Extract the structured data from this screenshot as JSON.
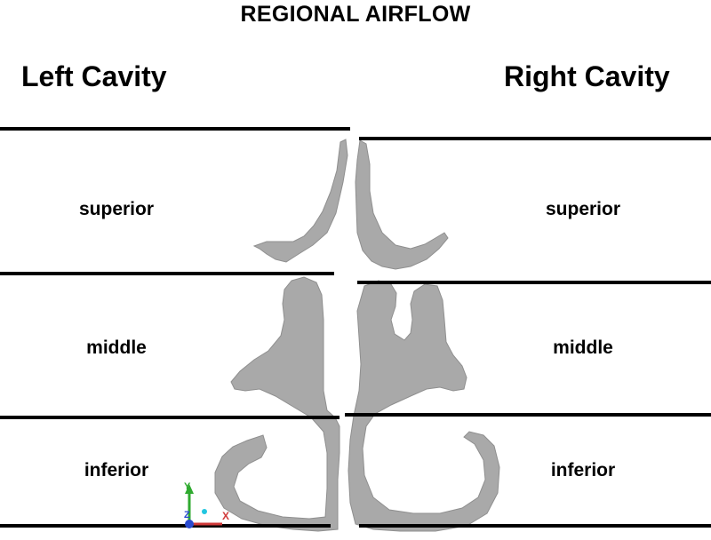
{
  "title": "REGIONAL AIRFLOW",
  "left_cavity": {
    "label": "Left Cavity",
    "regions": [
      "superior",
      "middle",
      "inferior"
    ]
  },
  "right_cavity": {
    "label": "Right Cavity",
    "regions": [
      "superior",
      "middle",
      "inferior"
    ]
  },
  "axis_triad": {
    "labels": [
      "Y",
      "Z",
      "X"
    ],
    "colors": {
      "y": "#2faa2f",
      "z": "#2a4bd0",
      "x": "#d03a3a",
      "origin": "#22c6e0"
    }
  },
  "colors": {
    "lines": "#000000",
    "cavity_fill": "#a9a9a9"
  }
}
